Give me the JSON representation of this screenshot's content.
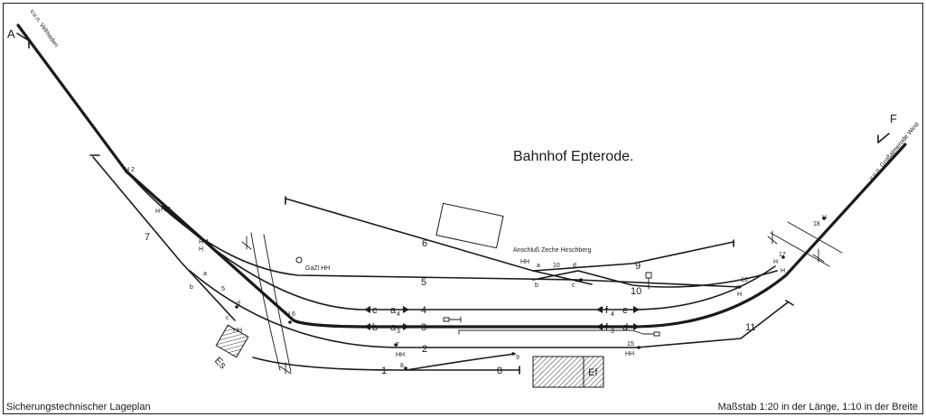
{
  "title": "Bahnhof Epterode.",
  "footer_left": "Sicherungstechnischer Lageplan",
  "footer_right": "Maßstab 1:20 in der Länge, 1:10 in der Breite",
  "direction_west": "v.u.n. Velmeden",
  "direction_east": "v.u.n. Großalmerode West",
  "signal_a": "A",
  "signal_f": "F",
  "siding_label": "Anschluß Zeche Hirschberg",
  "building_es": "Es",
  "building_ef": "Ef",
  "gazi": "GaZl  HH",
  "tracks": {
    "t1": "1",
    "t2": "2",
    "t3": "3",
    "t4": "4",
    "t5": "5",
    "t6": "6",
    "t7": "7",
    "t8": "8",
    "t9": "9",
    "t10": "10",
    "t11": "11"
  },
  "track_signals": {
    "c": "c",
    "a4": "a",
    "a4_sub": "4",
    "b": "b",
    "a3": "a",
    "a3_sub": "3",
    "f4": "f",
    "f4_sub": "4",
    "e": "e",
    "f3": "f",
    "f3_sub": "3",
    "d": "d"
  },
  "switches": {
    "w2": "H 2",
    "w3": "H 3",
    "w4": "H 4",
    "w5": "5",
    "w6": "H 6",
    "w7": "7",
    "w8": "8",
    "w9": "9",
    "w10": "10",
    "w15": "15",
    "w16": "16",
    "w17": "17",
    "w18": "18",
    "hh": "HH"
  },
  "small_letters": {
    "a": "a",
    "b": "b",
    "c": "c",
    "d": "d",
    "h": "H"
  }
}
